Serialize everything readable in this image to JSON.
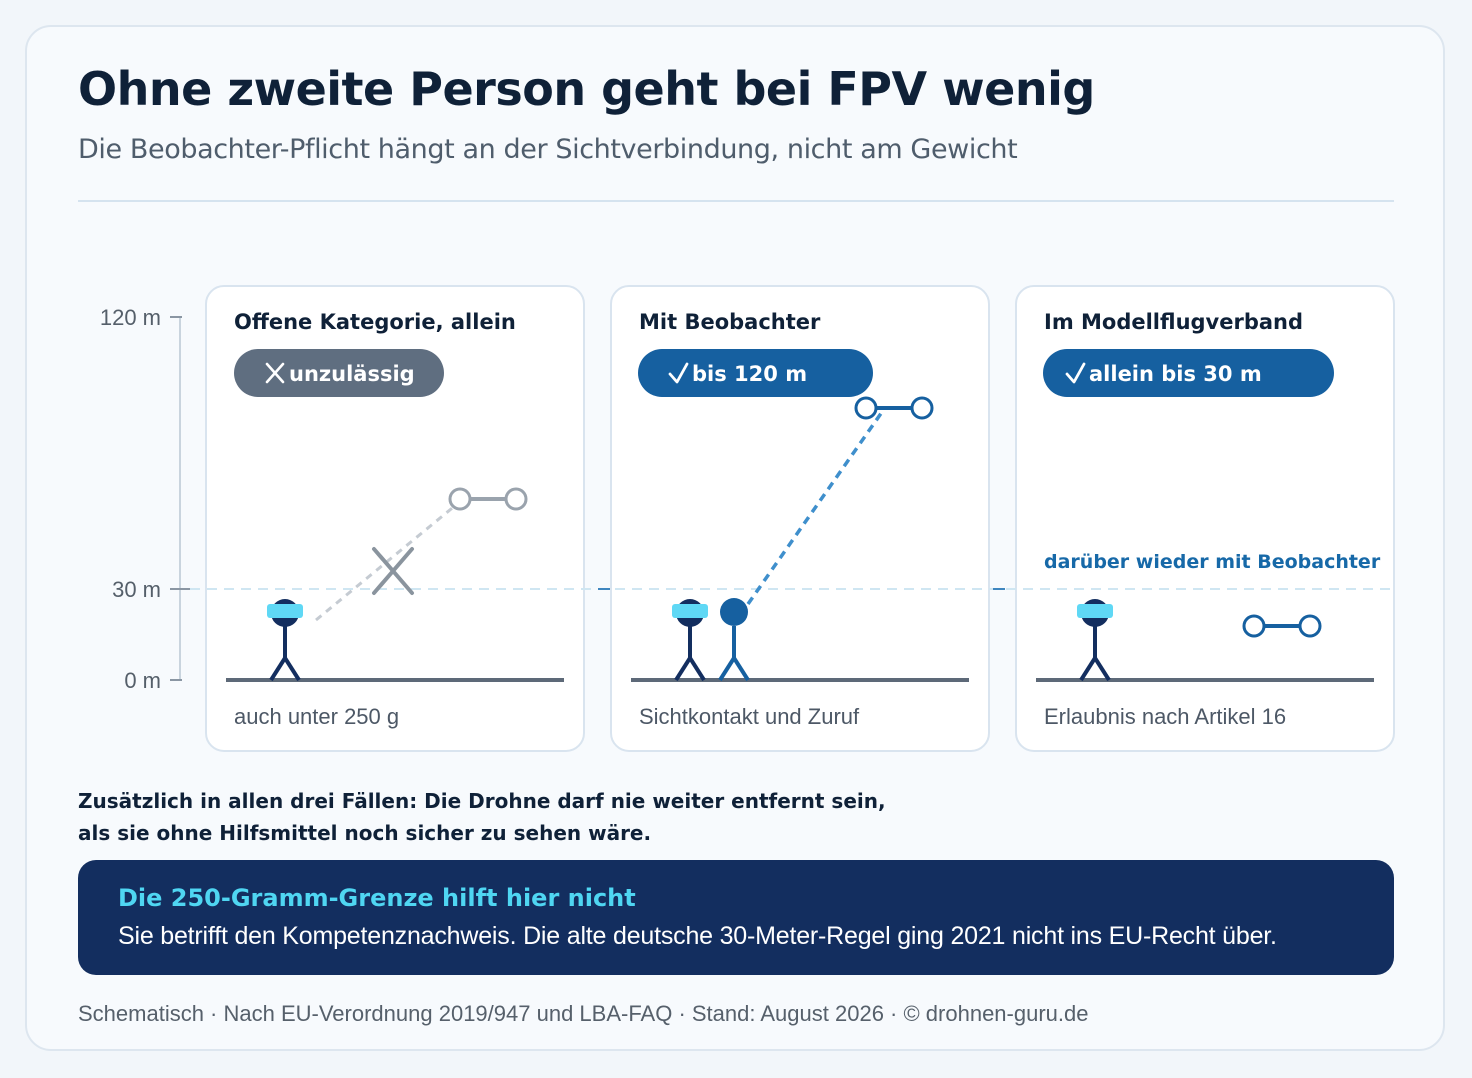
{
  "header": {
    "title": "Ohne zweite Person geht bei FPV wenig",
    "subtitle": "Die Beobachter-Pflicht hängt an der Sichtverbindung, nicht am Gewicht"
  },
  "axis": {
    "ticks": [
      {
        "label": "120 m",
        "value": 120
      },
      {
        "label": "30 m",
        "value": 30
      },
      {
        "label": "0 m",
        "value": 0
      }
    ]
  },
  "panels": [
    {
      "title": "Offene Kategorie, allein",
      "badge_icon": "cross-icon",
      "badge_label": "unzulässig",
      "badge_color": "#5f6e80",
      "caption": "auch unter 250 g"
    },
    {
      "title": "Mit Beobachter",
      "badge_icon": "check-icon",
      "badge_label": "bis 120 m",
      "badge_color": "#1660a0",
      "caption": "Sichtkontakt und Zuruf"
    },
    {
      "title": "Im Modellflugverband",
      "badge_icon": "check-icon",
      "badge_label": "allein bis 30 m",
      "badge_color": "#1660a0",
      "note_above": "darüber wieder mit Beobachter",
      "caption": "Erlaubnis nach Artikel 16"
    }
  ],
  "note": {
    "line1": "Zusätzlich in allen drei Fällen: Die Drohne darf nie weiter entfernt sein,",
    "line2": "als sie ohne Hilfsmittel noch sicher zu sehen wäre."
  },
  "banner": {
    "title": "Die 250-Gramm-Grenze hilft hier nicht",
    "text": "Sie betrifft den Kompetenznachweis. Die alte deutsche 30-Meter-Regel ging 2021 nicht ins EU-Recht über."
  },
  "footer": {
    "text": "Schematisch · Nach EU-Verordnung 2019/947 und LBA-FAQ · Stand: August 2026 · © drohnen-guru.de"
  },
  "colors": {
    "navy": "#132e5f",
    "blue": "#1660a0",
    "cyan_goggles": "#5fd8f5",
    "gray_badge": "#5f6e80"
  }
}
